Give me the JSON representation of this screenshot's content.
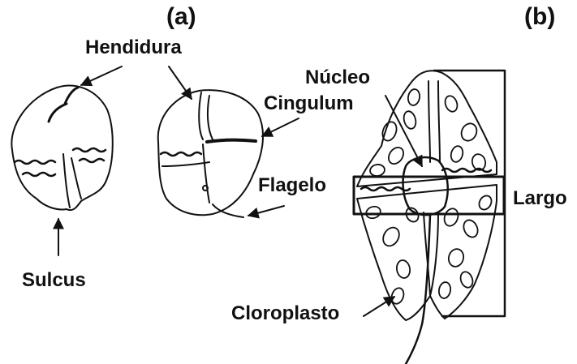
{
  "panels": {
    "a": "(a)",
    "b": "(b)"
  },
  "labels": {
    "hendidura": "Hendidura",
    "cingulum": "Cingulum",
    "flagelo": "Flagelo",
    "sulcus": "Sulcus",
    "nucleo": "Núcleo",
    "largo": "Largo",
    "cloroplasto": "Cloroplasto"
  },
  "colors": {
    "ink": "#111111",
    "background": "#ffffff"
  }
}
